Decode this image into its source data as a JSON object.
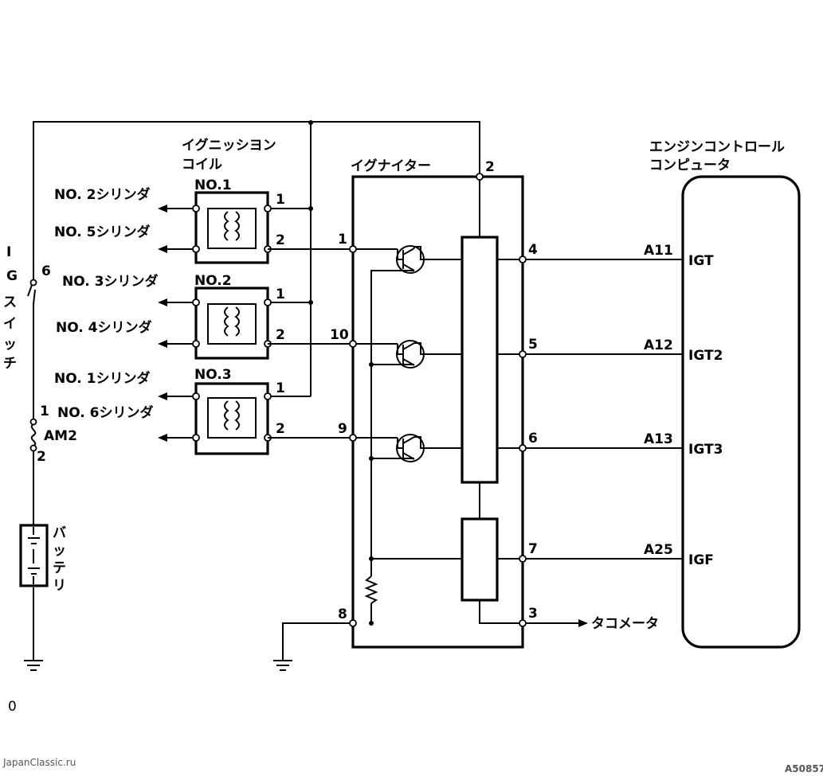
{
  "igniter": {
    "title": "イグナイター"
  },
  "coil": {
    "title_line1": "イグニッシヨン",
    "title_line2": "コイル"
  },
  "ecu": {
    "title_line1": "エンジンコントロール",
    "title_line2": "コンピュータ"
  },
  "ig_switch": {
    "label_chars": [
      "I",
      "G",
      "ス",
      "イ",
      "ッ",
      "チ"
    ],
    "terminal": "6"
  },
  "fuse": {
    "label": "AM2",
    "pin_top": "1",
    "pin_bottom": "2"
  },
  "battery": {
    "label_chars": [
      "バ",
      "ッ",
      "テ",
      "リ"
    ]
  },
  "coils": [
    {
      "name": "NO.1",
      "cyl_top": "NO. 2シリンダ",
      "cyl_bottom": "NO. 5シリンダ",
      "pin1": "1",
      "pin2": "2"
    },
    {
      "name": "NO.2",
      "cyl_top": "NO. 3シリンダ",
      "cyl_bottom": "NO. 4シリンダ",
      "pin1": "1",
      "pin2": "2"
    },
    {
      "name": "NO.3",
      "cyl_top": "NO. 1シリンダ",
      "cyl_bottom": "NO. 6シリンダ",
      "pin1": "1",
      "pin2": "2"
    }
  ],
  "igniter_pins": {
    "top": "2",
    "in1": "1",
    "in2": "10",
    "in3": "9",
    "ground": "8",
    "igt1": "4",
    "igt2": "5",
    "igt3": "6",
    "igf": "7",
    "tach": "3"
  },
  "ecu_lines": [
    {
      "connector": "A11",
      "signal": "IGT"
    },
    {
      "connector": "A12",
      "signal": "IGT2"
    },
    {
      "connector": "A13",
      "signal": "IGT3"
    },
    {
      "connector": "A25",
      "signal": "IGF"
    }
  ],
  "tachometer": {
    "label": "タコメータ"
  },
  "footer": {
    "left_mark": "0",
    "watermark": "JapanClassic.ru",
    "code": "A50857"
  }
}
